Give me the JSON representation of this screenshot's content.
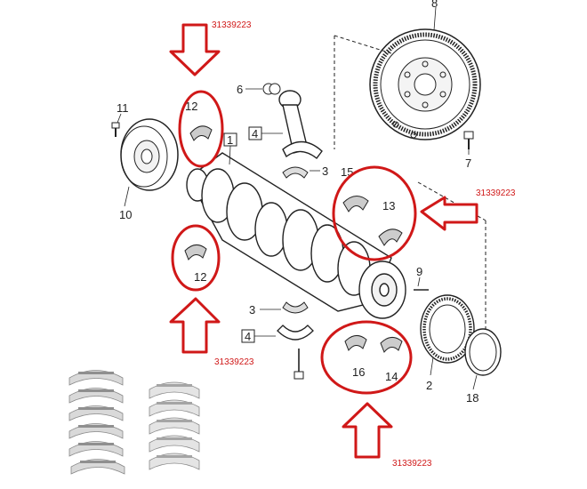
{
  "part_numbers": {
    "top": "31339223",
    "right": "31339223",
    "left_bottom": "31339223",
    "bottom": "31339223"
  },
  "callouts": {
    "n1": "1",
    "n2": "2",
    "n3a": "3",
    "n3b": "3",
    "n4a": "4",
    "n4b": "4",
    "n6": "6",
    "n7": "7",
    "n8": "8",
    "n9": "9",
    "n10": "10",
    "n11": "11",
    "n12a": "12",
    "n12b": "12",
    "n13": "13",
    "n14": "14",
    "n15": "15",
    "n16": "16",
    "n18": "18"
  },
  "colors": {
    "highlight": "#d01818",
    "line": "#222222",
    "shade": "#9a9a9a"
  }
}
